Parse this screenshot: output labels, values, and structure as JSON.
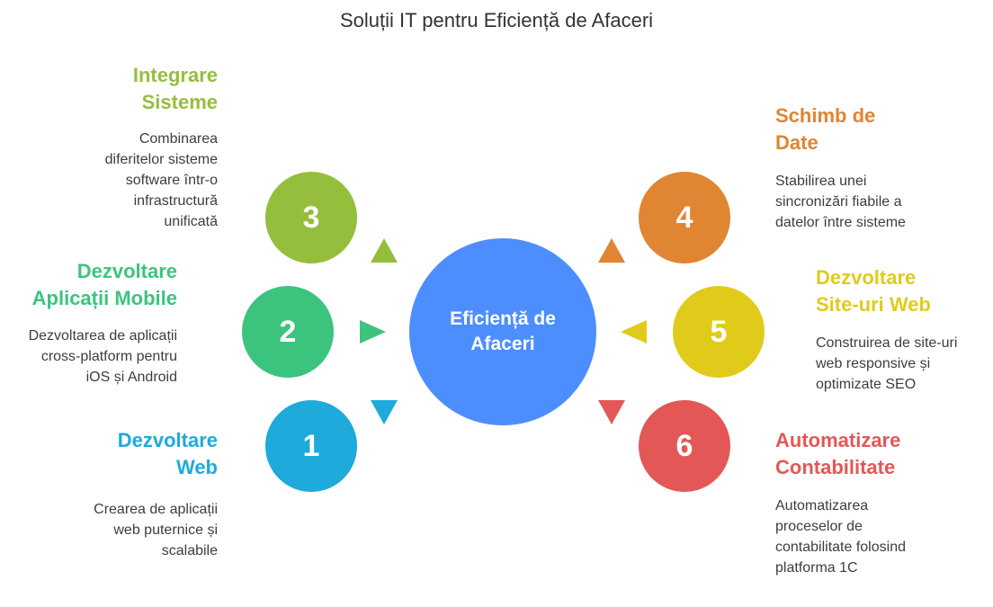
{
  "title": "Soluții IT pentru Eficiență de Afaceri",
  "center": {
    "label": "Eficiență de Afaceri",
    "color": "#4d8eff"
  },
  "items": [
    {
      "number": "1",
      "title": "Dezvoltare Web",
      "description": "Crearea de aplicații web puternice și scalabile",
      "color": "#1eaadb"
    },
    {
      "number": "2",
      "title": "Dezvoltare Aplicații Mobile",
      "description": "Dezvoltarea de aplicații cross-platform pentru iOS și Android",
      "color": "#3cc47f"
    },
    {
      "number": "3",
      "title": "Integrare Sisteme",
      "description": "Combinarea diferitelor sisteme software într-o infrastructură unificată",
      "color": "#95be3c"
    },
    {
      "number": "4",
      "title": "Schimb de Date",
      "description": "Stabilirea unei sincronizări fiabile a datelor între sisteme",
      "color": "#e08532"
    },
    {
      "number": "5",
      "title": "Dezvoltare Site-uri Web",
      "description": "Construirea de site-uri web responsive și optimizate SEO",
      "color": "#e0cb1a"
    },
    {
      "number": "6",
      "title": "Automatizare Contabilitate",
      "description": "Automatizarea proceselor de contabilitate folosind platforma 1C",
      "color": "#e35856"
    }
  ]
}
